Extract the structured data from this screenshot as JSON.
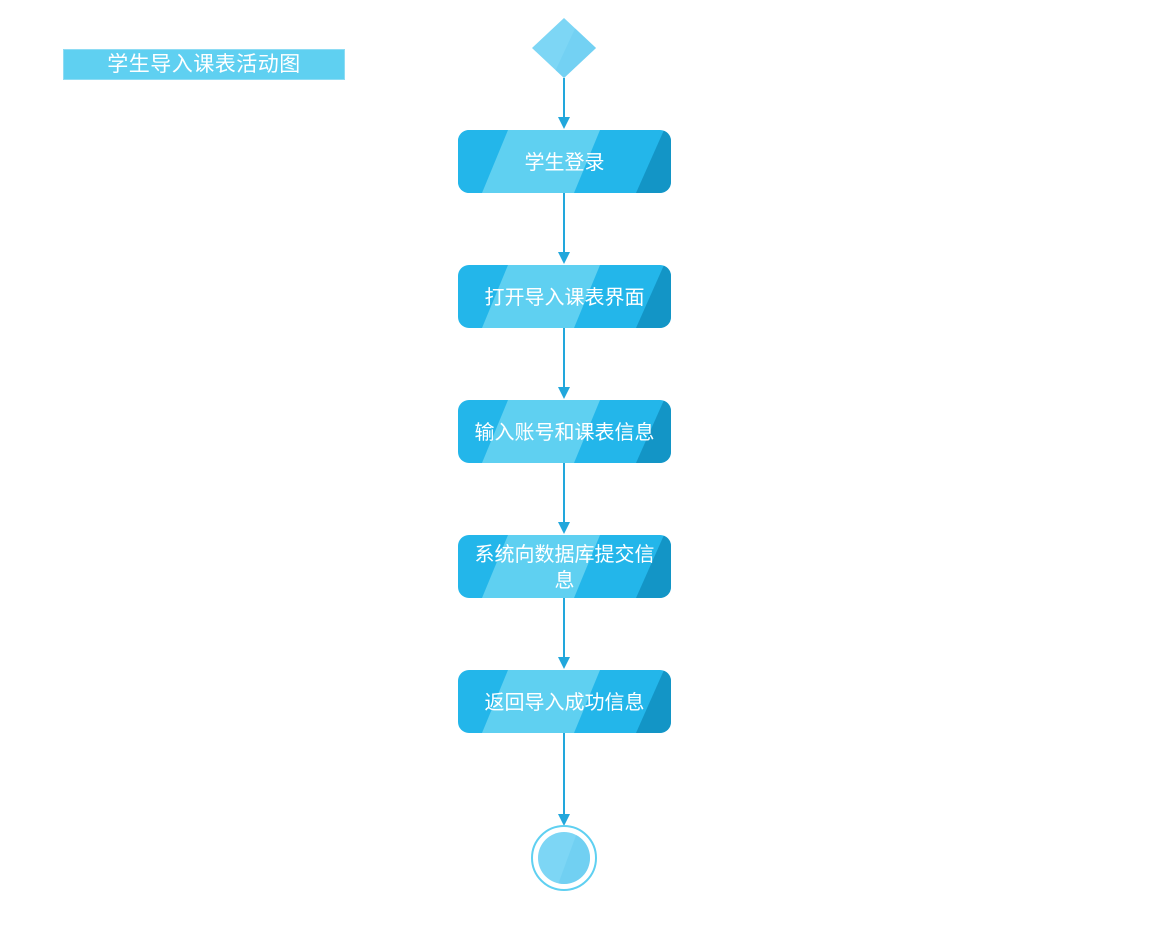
{
  "title": "学生导入课表活动图",
  "activities": [
    {
      "label": "学生登录"
    },
    {
      "label": "打开导入课表界面"
    },
    {
      "label": "输入账号和课表信息"
    },
    {
      "label": "系统向数据库提交信息"
    },
    {
      "label": "返回导入成功信息"
    }
  ],
  "colors": {
    "node_main": "#23b6ea",
    "node_light": "#5fd0f1",
    "node_dark": "#1395c6",
    "start_node": "#7dd6f5",
    "connector": "#22a7dc",
    "title_bg": "#5fd0f1"
  }
}
